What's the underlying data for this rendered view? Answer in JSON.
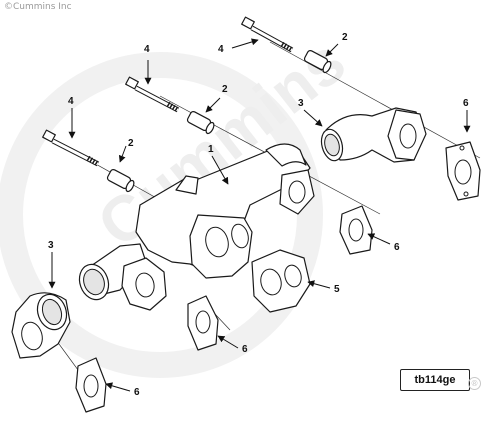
{
  "copyright": "©Cummins Inc",
  "watermark": "Cummins",
  "figure_tag": "tb114ge",
  "registered_mark": "®",
  "callouts": {
    "c1": "1",
    "c2a": "2",
    "c2b": "2",
    "c2c": "2",
    "c3a": "3",
    "c3b": "3",
    "c4a": "4",
    "c4b": "4",
    "c4c": "4",
    "c5": "5",
    "c6a": "6",
    "c6b": "6",
    "c6c": "6",
    "c6d": "6"
  },
  "colors": {
    "line": "#1a1a1a",
    "watermark": "#eeeeee",
    "background": "#ffffff"
  }
}
